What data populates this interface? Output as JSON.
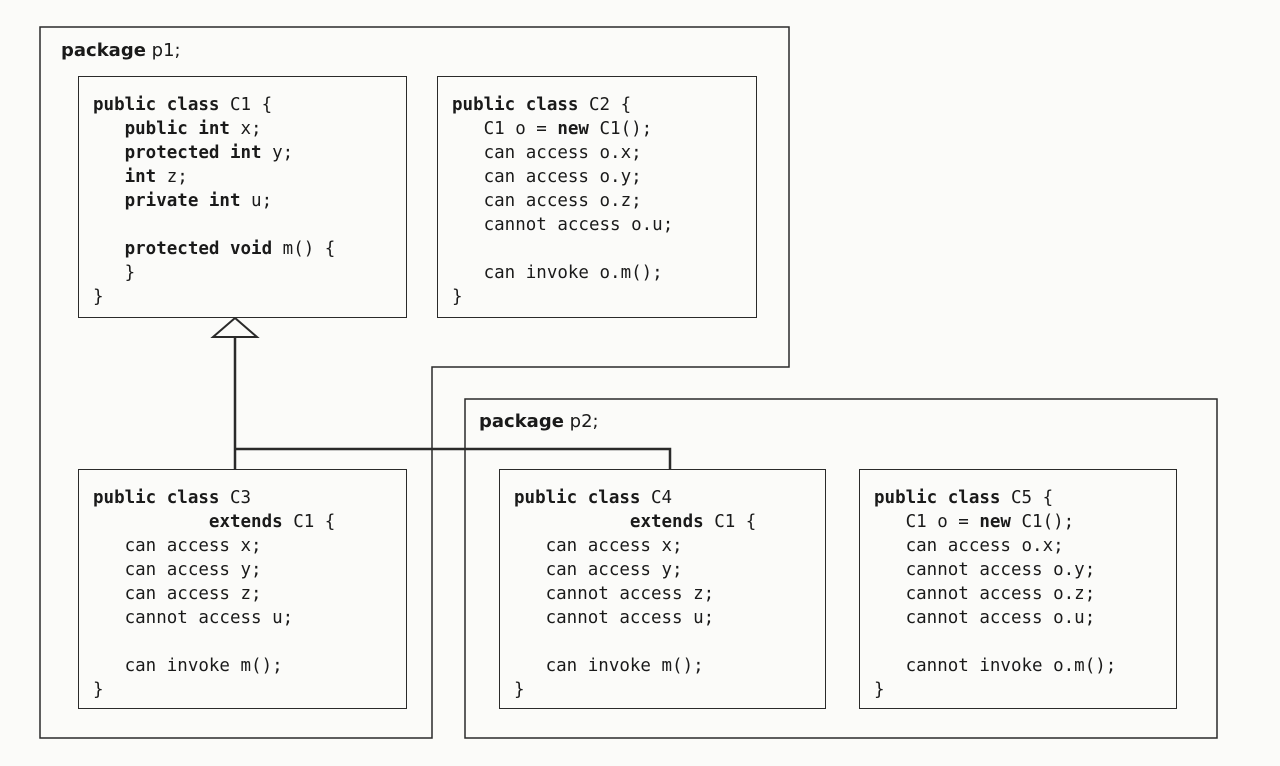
{
  "packages": {
    "p1": {
      "keyword": "package",
      "name": "p1;"
    },
    "p2": {
      "keyword": "package",
      "name": "p2;"
    }
  },
  "classes": {
    "C1": {
      "lines": [
        {
          "segments": [
            {
              "t": "public class ",
              "b": true
            },
            {
              "t": "C1 {",
              "b": false
            }
          ]
        },
        {
          "segments": [
            {
              "t": "   ",
              "b": false
            },
            {
              "t": "public int ",
              "b": true
            },
            {
              "t": "x;",
              "b": false
            }
          ]
        },
        {
          "segments": [
            {
              "t": "   ",
              "b": false
            },
            {
              "t": "protected int ",
              "b": true
            },
            {
              "t": "y;",
              "b": false
            }
          ]
        },
        {
          "segments": [
            {
              "t": "   ",
              "b": false
            },
            {
              "t": "int ",
              "b": true
            },
            {
              "t": "z;",
              "b": false
            }
          ]
        },
        {
          "segments": [
            {
              "t": "   ",
              "b": false
            },
            {
              "t": "private int ",
              "b": true
            },
            {
              "t": "u;",
              "b": false
            }
          ]
        },
        {
          "segments": []
        },
        {
          "segments": [
            {
              "t": "   ",
              "b": false
            },
            {
              "t": "protected void ",
              "b": true
            },
            {
              "t": "m() {",
              "b": false
            }
          ]
        },
        {
          "segments": [
            {
              "t": "   }",
              "b": false
            }
          ]
        },
        {
          "segments": [
            {
              "t": "}",
              "b": false
            }
          ]
        }
      ]
    },
    "C2": {
      "lines": [
        {
          "segments": [
            {
              "t": "public class ",
              "b": true
            },
            {
              "t": "C2 {",
              "b": false
            }
          ]
        },
        {
          "segments": [
            {
              "t": "   C1 o = ",
              "b": false
            },
            {
              "t": "new ",
              "b": true
            },
            {
              "t": "C1();",
              "b": false
            }
          ]
        },
        {
          "segments": [
            {
              "t": "   can access o.x;",
              "b": false
            }
          ]
        },
        {
          "segments": [
            {
              "t": "   can access o.y;",
              "b": false
            }
          ]
        },
        {
          "segments": [
            {
              "t": "   can access o.z;",
              "b": false
            }
          ]
        },
        {
          "segments": [
            {
              "t": "   cannot access o.u;",
              "b": false
            }
          ]
        },
        {
          "segments": []
        },
        {
          "segments": [
            {
              "t": "   can invoke o.m();",
              "b": false
            }
          ]
        },
        {
          "segments": [
            {
              "t": "}",
              "b": false
            }
          ]
        }
      ]
    },
    "C3": {
      "lines": [
        {
          "segments": [
            {
              "t": "public class ",
              "b": true
            },
            {
              "t": "C3",
              "b": false
            }
          ]
        },
        {
          "segments": [
            {
              "t": "           ",
              "b": false
            },
            {
              "t": "extends ",
              "b": true
            },
            {
              "t": "C1 {",
              "b": false
            }
          ]
        },
        {
          "segments": [
            {
              "t": "   can access x;",
              "b": false
            }
          ]
        },
        {
          "segments": [
            {
              "t": "   can access y;",
              "b": false
            }
          ]
        },
        {
          "segments": [
            {
              "t": "   can access z;",
              "b": false
            }
          ]
        },
        {
          "segments": [
            {
              "t": "   cannot access u;",
              "b": false
            }
          ]
        },
        {
          "segments": []
        },
        {
          "segments": [
            {
              "t": "   can invoke m();",
              "b": false
            }
          ]
        },
        {
          "segments": [
            {
              "t": "}",
              "b": false
            }
          ]
        }
      ]
    },
    "C4": {
      "lines": [
        {
          "segments": [
            {
              "t": "public class ",
              "b": true
            },
            {
              "t": "C4",
              "b": false
            }
          ]
        },
        {
          "segments": [
            {
              "t": "           ",
              "b": false
            },
            {
              "t": "extends ",
              "b": true
            },
            {
              "t": "C1 {",
              "b": false
            }
          ]
        },
        {
          "segments": [
            {
              "t": "   can access x;",
              "b": false
            }
          ]
        },
        {
          "segments": [
            {
              "t": "   can access y;",
              "b": false
            }
          ]
        },
        {
          "segments": [
            {
              "t": "   cannot access z;",
              "b": false
            }
          ]
        },
        {
          "segments": [
            {
              "t": "   cannot access u;",
              "b": false
            }
          ]
        },
        {
          "segments": []
        },
        {
          "segments": [
            {
              "t": "   can invoke m();",
              "b": false
            }
          ]
        },
        {
          "segments": [
            {
              "t": "}",
              "b": false
            }
          ]
        }
      ]
    },
    "C5": {
      "lines": [
        {
          "segments": [
            {
              "t": "public class ",
              "b": true
            },
            {
              "t": "C5 {",
              "b": false
            }
          ]
        },
        {
          "segments": [
            {
              "t": "   C1 o = ",
              "b": false
            },
            {
              "t": "new ",
              "b": true
            },
            {
              "t": "C1();",
              "b": false
            }
          ]
        },
        {
          "segments": [
            {
              "t": "   can access o.x;",
              "b": false
            }
          ]
        },
        {
          "segments": [
            {
              "t": "   cannot access o.y;",
              "b": false
            }
          ]
        },
        {
          "segments": [
            {
              "t": "   cannot access o.z;",
              "b": false
            }
          ]
        },
        {
          "segments": [
            {
              "t": "   cannot access o.u;",
              "b": false
            }
          ]
        },
        {
          "segments": []
        },
        {
          "segments": [
            {
              "t": "   cannot invoke o.m();",
              "b": false
            }
          ]
        },
        {
          "segments": [
            {
              "t": "}",
              "b": false
            }
          ]
        }
      ]
    }
  }
}
